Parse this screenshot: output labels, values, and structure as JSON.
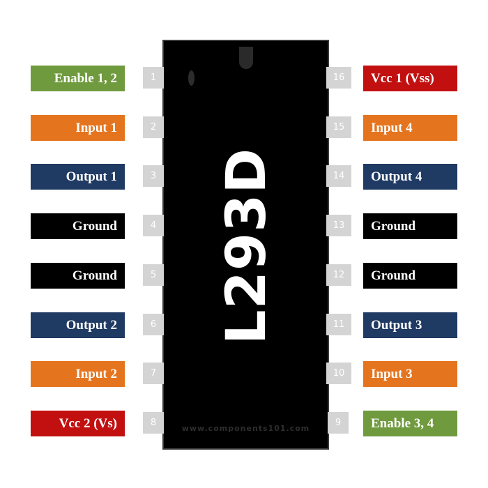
{
  "chip": {
    "name": "L293D",
    "watermark": "www.components101.com"
  },
  "colors": {
    "green": "#6f9a3e",
    "orange": "#e5741e",
    "navy": "#1f3a63",
    "black": "#000000",
    "red": "#c21010",
    "pin_gray": "#d4d4d4"
  },
  "pins": [
    {
      "number": "1",
      "label": "Enable 1, 2",
      "color": "#6f9a3e"
    },
    {
      "number": "2",
      "label": "Input 1",
      "color": "#e5741e"
    },
    {
      "number": "3",
      "label": "Output 1",
      "color": "#1f3a63"
    },
    {
      "number": "4",
      "label": "Ground",
      "color": "#000000"
    },
    {
      "number": "5",
      "label": "Ground",
      "color": "#000000"
    },
    {
      "number": "6",
      "label": "Output 2",
      "color": "#1f3a63"
    },
    {
      "number": "7",
      "label": "Input 2",
      "color": "#e5741e"
    },
    {
      "number": "8",
      "label": "Vcc 2 (Vs)",
      "color": "#c21010"
    },
    {
      "number": "9",
      "label": "Enable 3, 4",
      "color": "#6f9a3e"
    },
    {
      "number": "10",
      "label": "Input 3",
      "color": "#e5741e"
    },
    {
      "number": "11",
      "label": "Output 3",
      "color": "#1f3a63"
    },
    {
      "number": "12",
      "label": "Ground",
      "color": "#000000"
    },
    {
      "number": "13",
      "label": "Ground",
      "color": "#000000"
    },
    {
      "number": "14",
      "label": "Output 4",
      "color": "#1f3a63"
    },
    {
      "number": "15",
      "label": "Input 4",
      "color": "#e5741e"
    },
    {
      "number": "16",
      "label": "Vcc 1 (Vss)",
      "color": "#c21010"
    }
  ]
}
